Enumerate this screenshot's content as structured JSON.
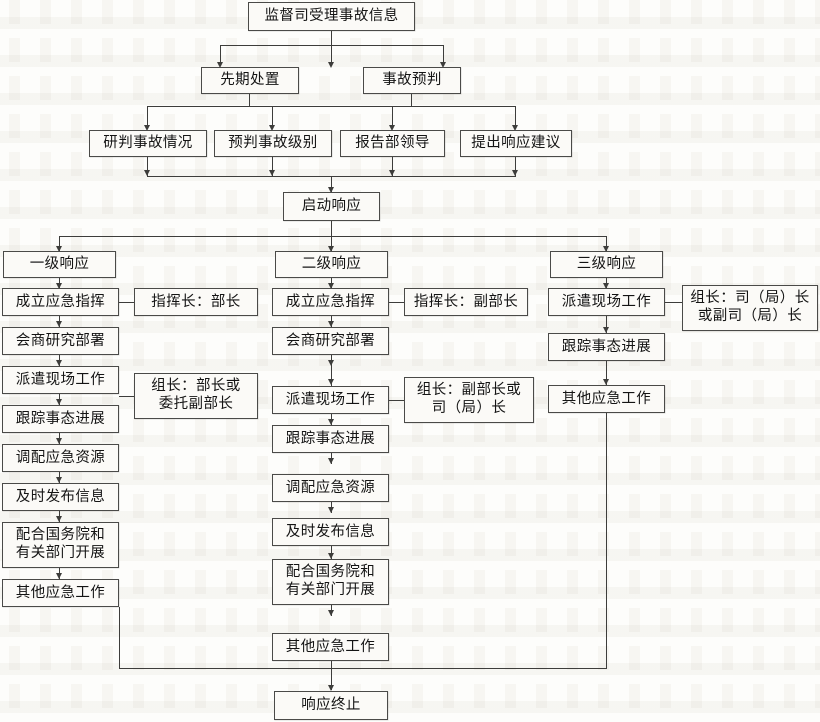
{
  "diagram": {
    "title_node": "监督司受理事故信息",
    "row2": [
      "先期处置",
      "事故预判"
    ],
    "row3": [
      "研判事故情况",
      "预判事故级别",
      "报告部领导",
      "提出响应建议"
    ],
    "activate": "启动响应",
    "terminate": "响应终止",
    "columns": [
      {
        "header": "一级响应",
        "steps": [
          "成立应急指挥",
          "会商研究部署",
          "派遣现场工作",
          "跟踪事态进展",
          "调配应急资源",
          "及时发布信息",
          "配合国务院和\n有关部门开展",
          "其他应急工作"
        ],
        "notes": [
          {
            "text": "指挥长：部长",
            "attached_to": "成立应急指挥"
          },
          {
            "text": "组长：部长或\n委托副部长",
            "attached_to": "派遣现场工作"
          }
        ]
      },
      {
        "header": "二级响应",
        "steps": [
          "成立应急指挥",
          "会商研究部署",
          "派遣现场工作",
          "跟踪事态进展",
          "调配应急资源",
          "及时发布信息",
          "配合国务院和\n有关部门开展",
          "其他应急工作"
        ],
        "notes": [
          {
            "text": "指挥长：副部长",
            "attached_to": "成立应急指挥"
          },
          {
            "text": "组长：副部长或\n司（局）长",
            "attached_to": "派遣现场工作"
          }
        ]
      },
      {
        "header": "三级响应",
        "steps": [
          "派遣现场工作",
          "跟踪事态进展",
          "其他应急工作"
        ],
        "notes": [
          {
            "text": "组长：司（局）长\n或副司（局）长",
            "attached_to": "派遣现场工作"
          }
        ]
      }
    ]
  },
  "colors": {
    "line": "#3d3d3b",
    "box_border": "#4a4a48",
    "box_fill": "#fbfaf7",
    "page_bg": "#fdfdfb",
    "text": "#141414"
  }
}
